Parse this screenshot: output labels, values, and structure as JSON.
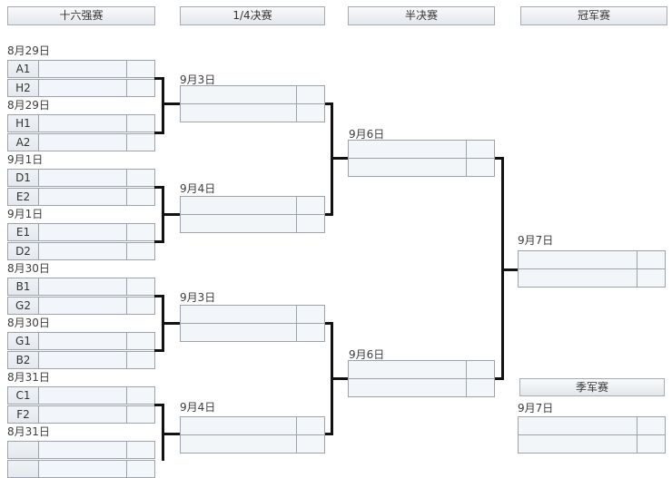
{
  "stage_headers": {
    "round_of_16": "十六强赛",
    "quarterfinals": "1/4决赛",
    "semifinals": "半决赛",
    "final": "冠军赛",
    "third_place": "季军赛"
  },
  "round_of_16": {
    "matches": [
      {
        "date": "8月29日",
        "teams": [
          "A1",
          "H2"
        ],
        "names": [
          "",
          ""
        ],
        "scores": [
          "",
          ""
        ]
      },
      {
        "date": "8月29日",
        "teams": [
          "H1",
          "A2"
        ],
        "names": [
          "",
          ""
        ],
        "scores": [
          "",
          ""
        ]
      },
      {
        "date": "9月1日",
        "teams": [
          "D1",
          "E2"
        ],
        "names": [
          "",
          ""
        ],
        "scores": [
          "",
          ""
        ]
      },
      {
        "date": "9月1日",
        "teams": [
          "E1",
          "D2"
        ],
        "names": [
          "",
          ""
        ],
        "scores": [
          "",
          ""
        ]
      },
      {
        "date": "8月30日",
        "teams": [
          "B1",
          "G2"
        ],
        "names": [
          "",
          ""
        ],
        "scores": [
          "",
          ""
        ]
      },
      {
        "date": "8月30日",
        "teams": [
          "G1",
          "B2"
        ],
        "names": [
          "",
          ""
        ],
        "scores": [
          "",
          ""
        ]
      },
      {
        "date": "8月31日",
        "teams": [
          "C1",
          "F2"
        ],
        "names": [
          "",
          ""
        ],
        "scores": [
          "",
          ""
        ]
      },
      {
        "date": "8月31日",
        "teams": [
          "",
          ""
        ],
        "names": [
          "",
          ""
        ],
        "scores": [
          "",
          ""
        ]
      }
    ]
  },
  "quarterfinals": {
    "matches": [
      {
        "date": "9月3日",
        "names": [
          "",
          ""
        ],
        "scores": [
          "",
          ""
        ]
      },
      {
        "date": "9月4日",
        "names": [
          "",
          ""
        ],
        "scores": [
          "",
          ""
        ]
      },
      {
        "date": "9月3日",
        "names": [
          "",
          ""
        ],
        "scores": [
          "",
          ""
        ]
      },
      {
        "date": "9月4日",
        "names": [
          "",
          ""
        ],
        "scores": [
          "",
          ""
        ]
      }
    ]
  },
  "semifinals": {
    "matches": [
      {
        "date": "9月6日",
        "names": [
          "",
          ""
        ],
        "scores": [
          "",
          ""
        ]
      },
      {
        "date": "9月6日",
        "names": [
          "",
          ""
        ],
        "scores": [
          "",
          ""
        ]
      }
    ]
  },
  "final": {
    "date": "9月7日",
    "names": [
      "",
      ""
    ],
    "scores": [
      "",
      ""
    ]
  },
  "third_place": {
    "date": "9月7日",
    "names": [
      "",
      ""
    ],
    "scores": [
      "",
      ""
    ]
  },
  "colors": {
    "background": "#ffffff",
    "box_border": "#9ba2a9",
    "cell_background": "#f2f5f9",
    "seed_cell_background": "#e9edf1",
    "header_background": "#eef1f4",
    "connector": "#121212",
    "text": "#333333"
  }
}
